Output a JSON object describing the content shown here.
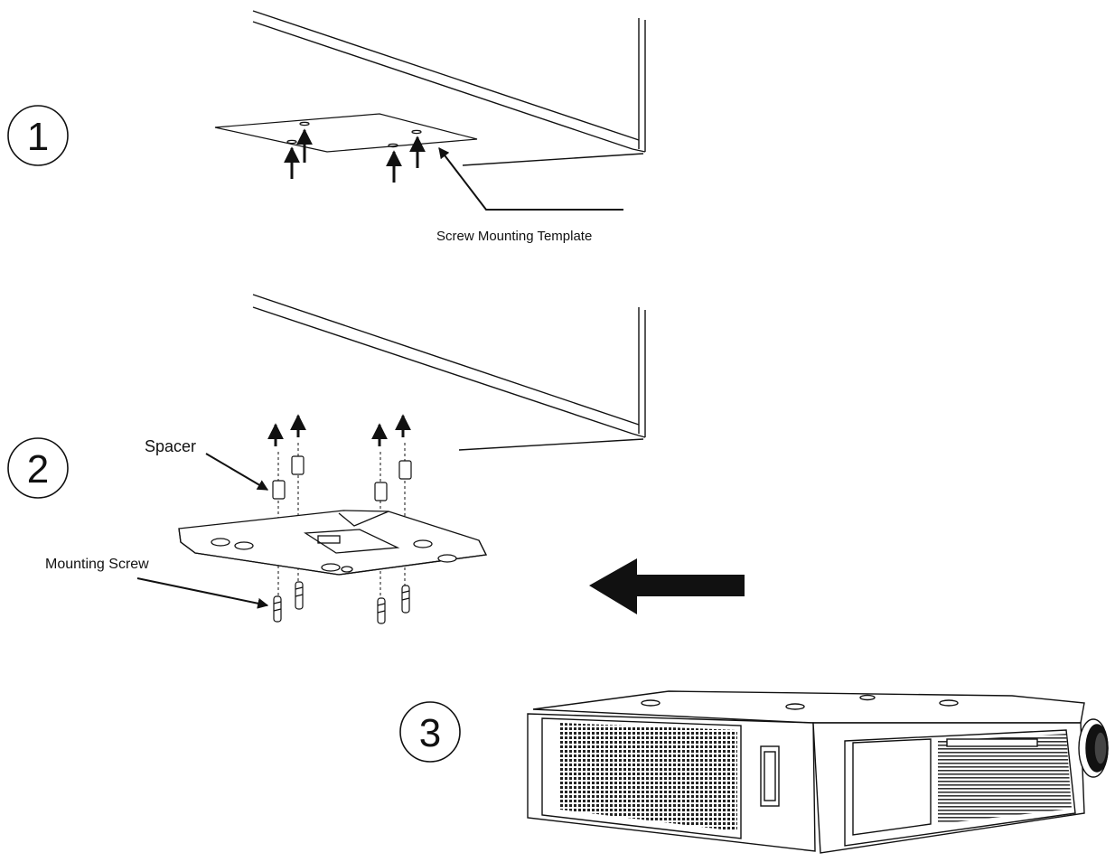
{
  "steps": [
    {
      "number": "1"
    },
    {
      "number": "2"
    },
    {
      "number": "3"
    }
  ],
  "labels": {
    "screw_mounting_template": "Screw Mounting Template",
    "spacer": "Spacer",
    "mounting_screw": "Mounting  Screw"
  },
  "colors": {
    "ink": "#111111",
    "background": "#ffffff"
  },
  "icons": {
    "direction_arrow": "arrow-left-icon"
  }
}
